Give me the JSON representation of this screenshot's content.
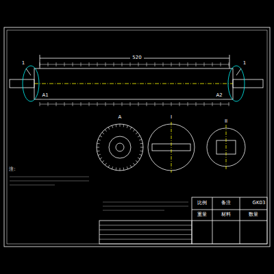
{
  "diagram": {
    "labels": [
      "1",
      "1",
      "520",
      "A",
      "I",
      "II",
      "注:",
      "GK03",
      "A1",
      "A2",
      "比例",
      "重量",
      "材料",
      "数量",
      "备注"
    ]
  }
}
